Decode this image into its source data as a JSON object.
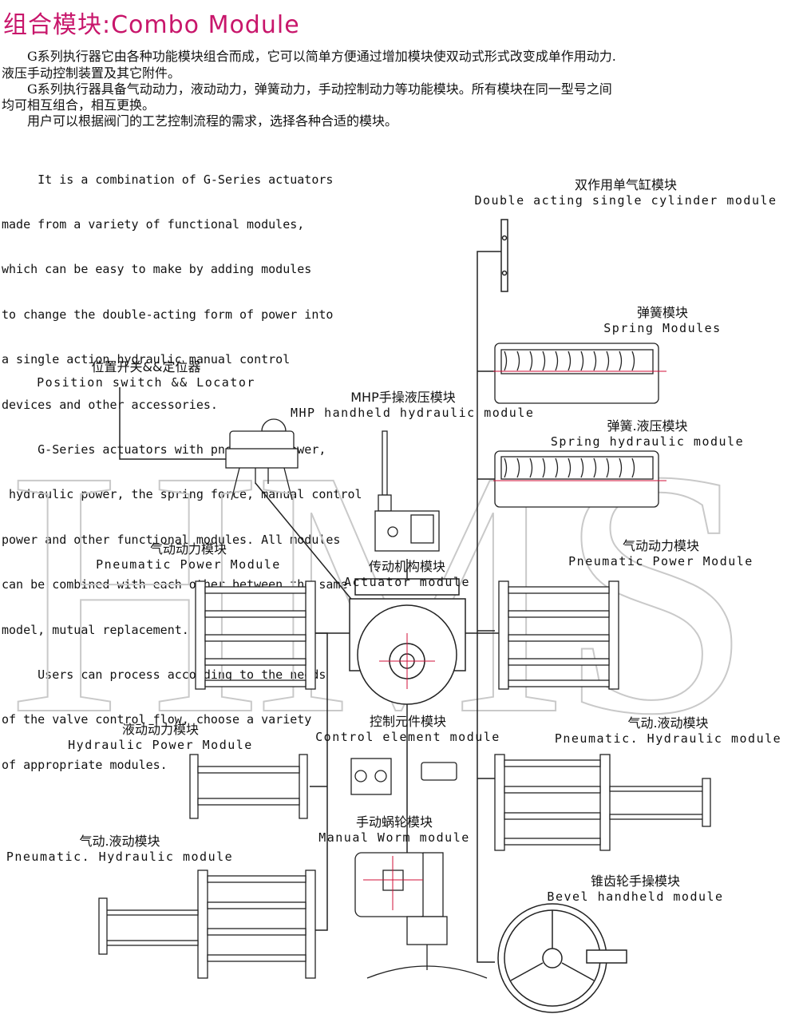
{
  "title": "组合模块:Combo Module",
  "cn_paragraphs": [
    "　　G系列执行器它由各种功能模块组合而成，它可以简单方便通过增加模块使双动式形式改变成单作用动力.",
    "液压手动控制装置及其它附件。",
    "　　G系列执行器具备气动动力，液动动力，弹簧动力，手动控制动力等功能模块。所有模块在同一型号之间",
    "均可相互组合，相互更换。",
    "　　用户可以根据阀门的工艺控制流程的需求，选择各种合适的模块。"
  ],
  "en_paragraphs": [
    "     It is a combination of G-Series actuators",
    "made from a variety of functional modules,",
    "which can be easy to make by adding modules",
    "to change the double-acting form of power into",
    "a single action hydraulic manual control",
    "devices and other accessories.",
    "     G-Series actuators with pneumatic power,",
    " hydraulic power, the spring force, manual control",
    "power and other functional modules. All modules",
    "can be combined with each other between the same",
    "model, mutual replacement.",
    "     Users can process according to the needs",
    "of the valve control flow, choose a variety",
    "of appropriate modules."
  ],
  "watermark": "HMS",
  "modules": {
    "double_acting": {
      "cn": "双作用单气缸模块",
      "en": "Double acting single cylinder module"
    },
    "spring": {
      "cn": "弹簧模块",
      "en": "Spring Modules"
    },
    "spring_hydraulic": {
      "cn": "弹簧.液压模块",
      "en": "Spring hydraulic module"
    },
    "pneumatic_right": {
      "cn": "气动动力模块",
      "en": "Pneumatic Power Module"
    },
    "pneumatic_left": {
      "cn": "气动动力模块",
      "en": "Pneumatic Power Module"
    },
    "position_switch": {
      "cn": "位置开关&&定位器",
      "en": "Position switch && Locator"
    },
    "mhp": {
      "cn": "MHP手操液压模块",
      "en": "MHP handheld hydraulic module"
    },
    "actuator": {
      "cn": "传动机构模块",
      "en": "Actuator module"
    },
    "control": {
      "cn": "控制元件模块",
      "en": "Control element module"
    },
    "hydraulic_power": {
      "cn": "液动动力模块",
      "en": "Hydraulic Power Module"
    },
    "pneu_hydraulic_right": {
      "cn": "气动.液动模块",
      "en": "Pneumatic. Hydraulic module"
    },
    "pneu_hydraulic_left": {
      "cn": "气动.液动模块",
      "en": "Pneumatic. Hydraulic module"
    },
    "worm": {
      "cn": "手动蜗轮模块",
      "en": "Manual Worm module"
    },
    "bevel": {
      "cn": "锥齿轮手操模块",
      "en": "Bevel handheld module"
    }
  },
  "colors": {
    "title": "#c8166b",
    "line": "#222222",
    "watermark": "#c9c9c9",
    "crosshair": "#d0103a"
  }
}
